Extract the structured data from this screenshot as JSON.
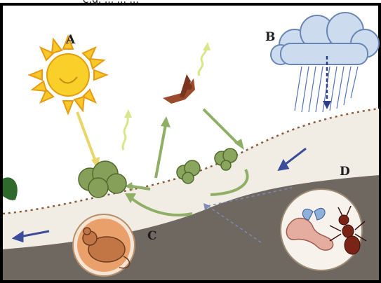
{
  "labels": {
    "a": "A",
    "b": "B",
    "c": "C",
    "d": "D"
  },
  "top_caption_fragment": "e.g. ... ... ...",
  "colors": {
    "sky": "#ffffff",
    "soil_light": "#f2eee6",
    "soil_dark": "#777068",
    "grass_line": "#8a5a3a",
    "sun_yellow": "#f5c21b",
    "cloud_blue": "#c8d8ee",
    "rain_blue": "#5573b8",
    "flow_green": "#8aa865",
    "water_arrow": "#3f4f9a",
    "shrub_green": "#7d9a4a",
    "circle_c_fill": "#e8a16b",
    "circle_d_fill": "#f7f2ec"
  },
  "icons": [
    "sun-icon",
    "rain-cloud-icon",
    "bird-icon",
    "shrub-icon",
    "mouse-icon",
    "ant-icon",
    "worm-icon",
    "butterfly-icon"
  ]
}
